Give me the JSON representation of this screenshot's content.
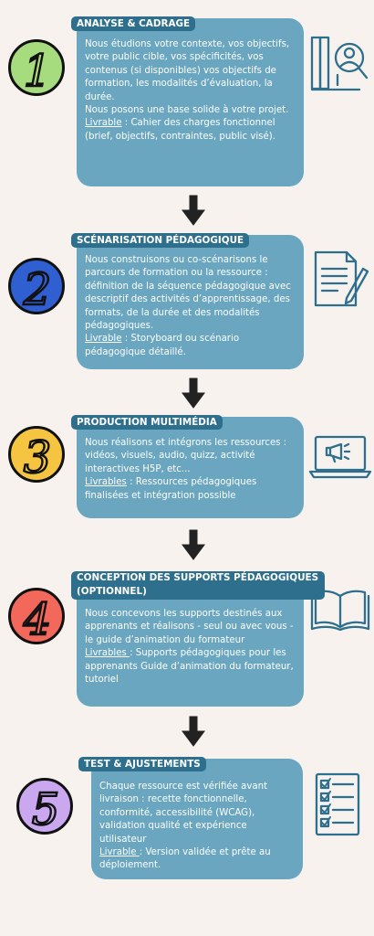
{
  "colors": {
    "background": "#f7f2ee",
    "card": "#6aa6c0",
    "tag": "#2d6f8c",
    "icon_stroke": "#2d6f8c",
    "arrow": "#222222"
  },
  "steps": [
    {
      "number": "1",
      "circle_color": "#a7dc7e",
      "title": "ANALYSE & CADRAGE",
      "body": "Nous étudions votre contexte,  vos objectifs, votre public cible, vos spécificités, vos contenus (si disponibles) vos objectifs de formation, les modalités d’évaluation, la durée.",
      "body2": "Nous posons une base solide à votre projet.",
      "deliverable_label": "Livrable",
      "deliverable_text": " : Cahier des charges fonctionnel (brief, objectifs, contraintes, public visé).",
      "icon": "user-search-report-icon"
    },
    {
      "number": "2",
      "circle_color": "#2f5fd0",
      "title": "SCÉNARISATION PÉDAGOGIQUE",
      "body": "Nous construisons ou co-scénarisons le parcours de formation ou la ressource : définition de la séquence pédagogique avec descriptif des activités d’apprentissage,  des formats, de la durée et des modalités pédagogiques.",
      "deliverable_label": "Livrable",
      "deliverable_text": " : Storyboard ou scénario pédagogique détaillé.",
      "icon": "document-pen-icon"
    },
    {
      "number": "3",
      "circle_color": "#f5c542",
      "title": "PRODUCTION MULTIMÉDIA",
      "body": "Nous réalisons et intégrons les ressources : vidéos, visuels, audio, quizz, activité interactives H5P, etc...",
      "deliverable_label": "Livrables",
      "deliverable_text": " : Ressources pédagogiques finalisées et intégration possible",
      "icon": "laptop-megaphone-icon"
    },
    {
      "number": "4",
      "circle_color": "#f2685a",
      "title": "CONCEPTION DES SUPPORTS PÉDAGOGIQUES (OPTIONNEL)",
      "body": "Nous concevons les supports destinés aux apprenants et réalisons - seul ou avec vous - le guide d’animation du formateur",
      "deliverable_label": "Livrables ",
      "deliverable_text": ": Supports pédagogiques pour les apprenants Guide d’animation du formateur, tutoriel",
      "icon": "open-book-icon"
    },
    {
      "number": "5",
      "circle_color": "#c9a8f0",
      "title": "TEST & AJUSTEMENTS",
      "body": "Chaque ressource est vérifiée avant livraison : recette fonctionnelle, conformité, accessibilité (WCAG), validation qualité et expérience utilisateur",
      "deliverable_label": "Livrable ",
      "deliverable_text": ": Version validée et prête au déploiement.",
      "icon": "checklist-icon"
    }
  ]
}
